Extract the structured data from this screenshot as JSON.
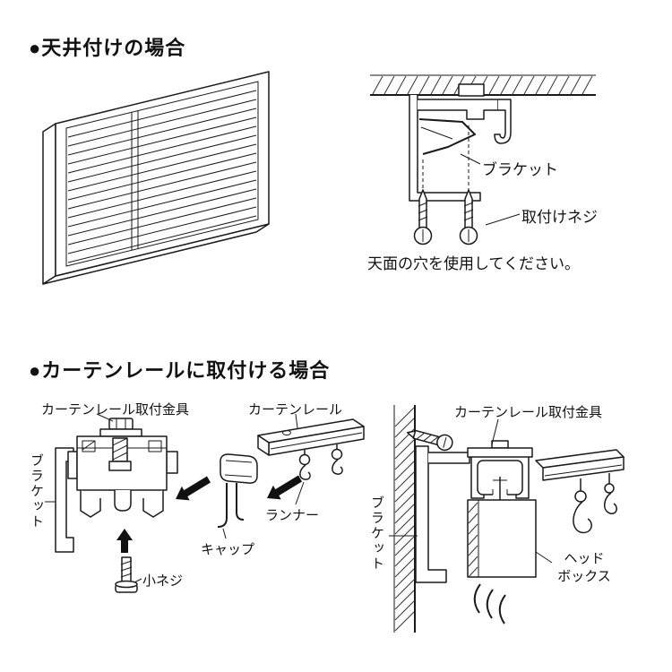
{
  "style": {
    "ink_color": "#1a1a1a"
  },
  "sections": {
    "ceiling": {
      "title": "●天井付けの場合",
      "bracket_label": "ブラケット",
      "screw_label": "取付けネジ",
      "note": "天面の穴を使用してください。"
    },
    "rail": {
      "title": "●カーテンレールに取付ける場合",
      "left": {
        "fitting_label": "カーテンレール取付金具",
        "rail_label": "カーテンレール",
        "bracket_label": "ブラケット",
        "runner_label": "ランナー",
        "cap_label": "キャップ",
        "screw_label": "小ネジ"
      },
      "right": {
        "fitting_label": "カーテンレール取付金具",
        "bracket_label": "ブラケット",
        "headbox_label": "ヘッド\nボックス"
      }
    }
  }
}
